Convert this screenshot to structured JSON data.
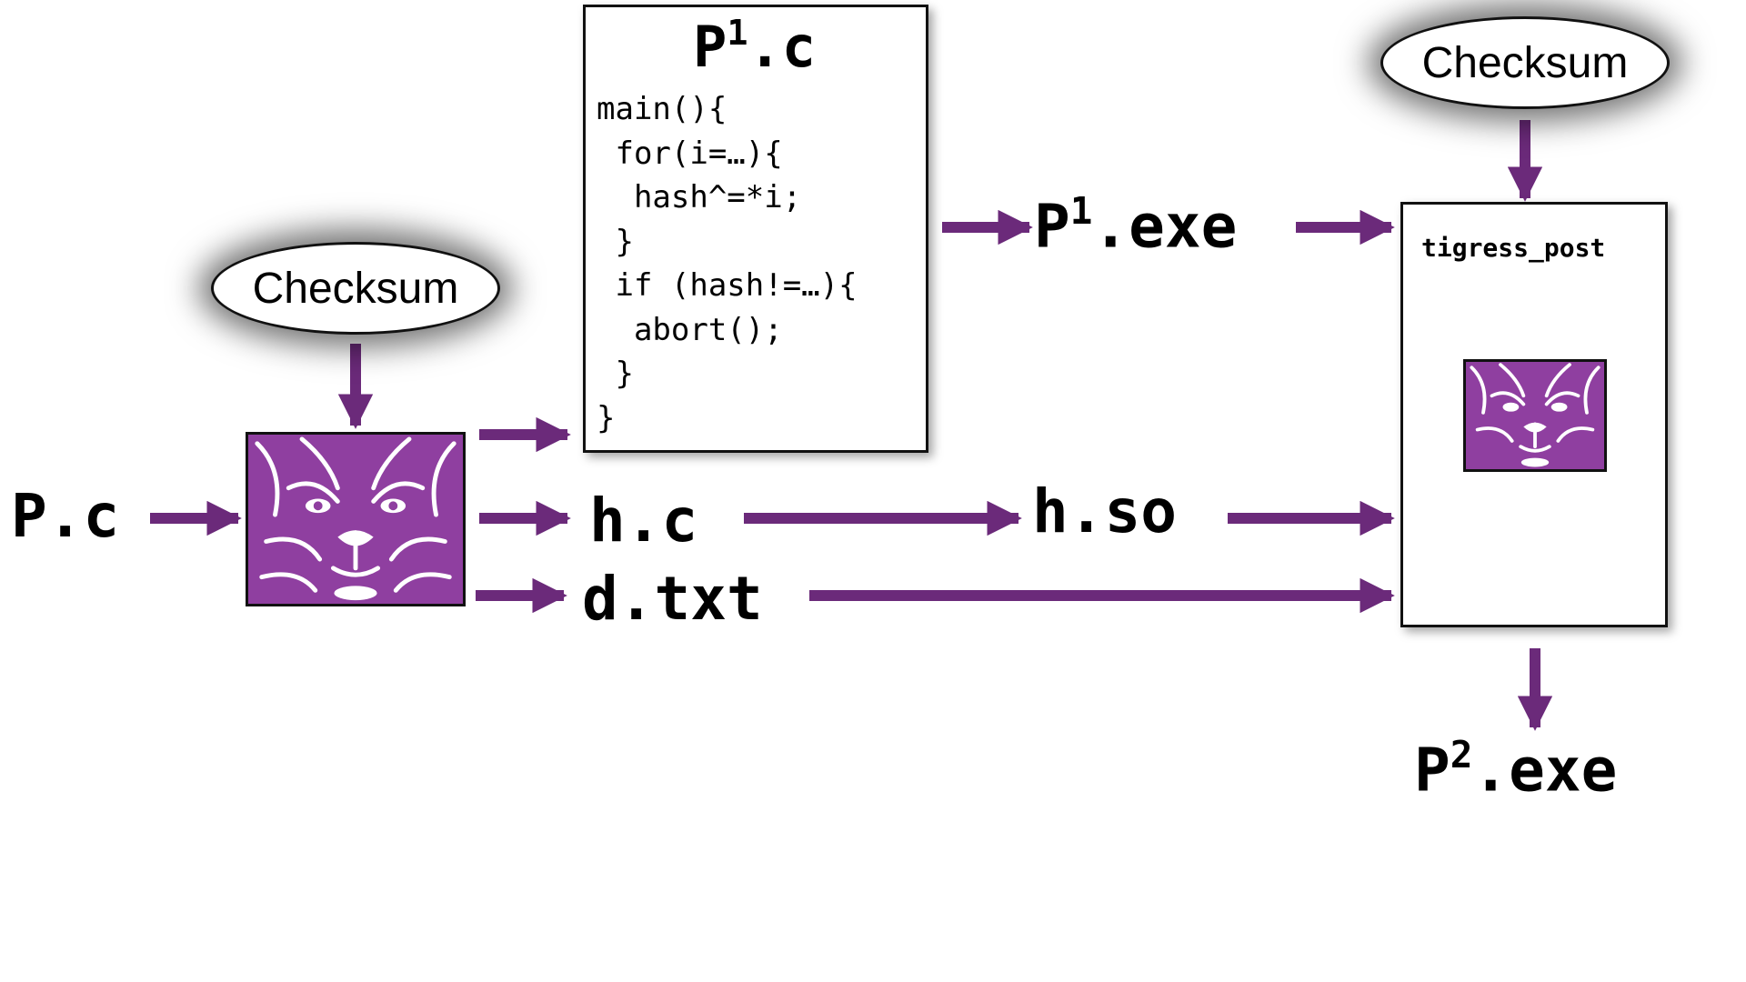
{
  "colors": {
    "accent": "#6b2a7a",
    "tiger_bg": "#8f3fa0",
    "tiger_stripe": "#ffffff"
  },
  "labels": {
    "input_file": "P.c",
    "p1_source": {
      "base": "P",
      "sup": "1",
      "ext": ".c"
    },
    "p1_exe": {
      "base": "P",
      "sup": "1",
      "ext": ".exe"
    },
    "h_c": "h.c",
    "h_so": "h.so",
    "d_txt": "d.txt",
    "p2_exe": {
      "base": "P",
      "sup": "2",
      "ext": ".exe"
    },
    "post_box_title": "tigress_post"
  },
  "checksum_left": "Checksum",
  "checksum_right": "Checksum",
  "p1_code_lines": [
    "main(){",
    " for(i=…){",
    "  hash^=*i;",
    " }",
    " if (hash!=…){",
    "  abort();",
    " }",
    "}"
  ],
  "icons": {
    "tigress_tool": "tiger-logo-icon",
    "tigress_post_tool": "tiger-logo-icon"
  }
}
